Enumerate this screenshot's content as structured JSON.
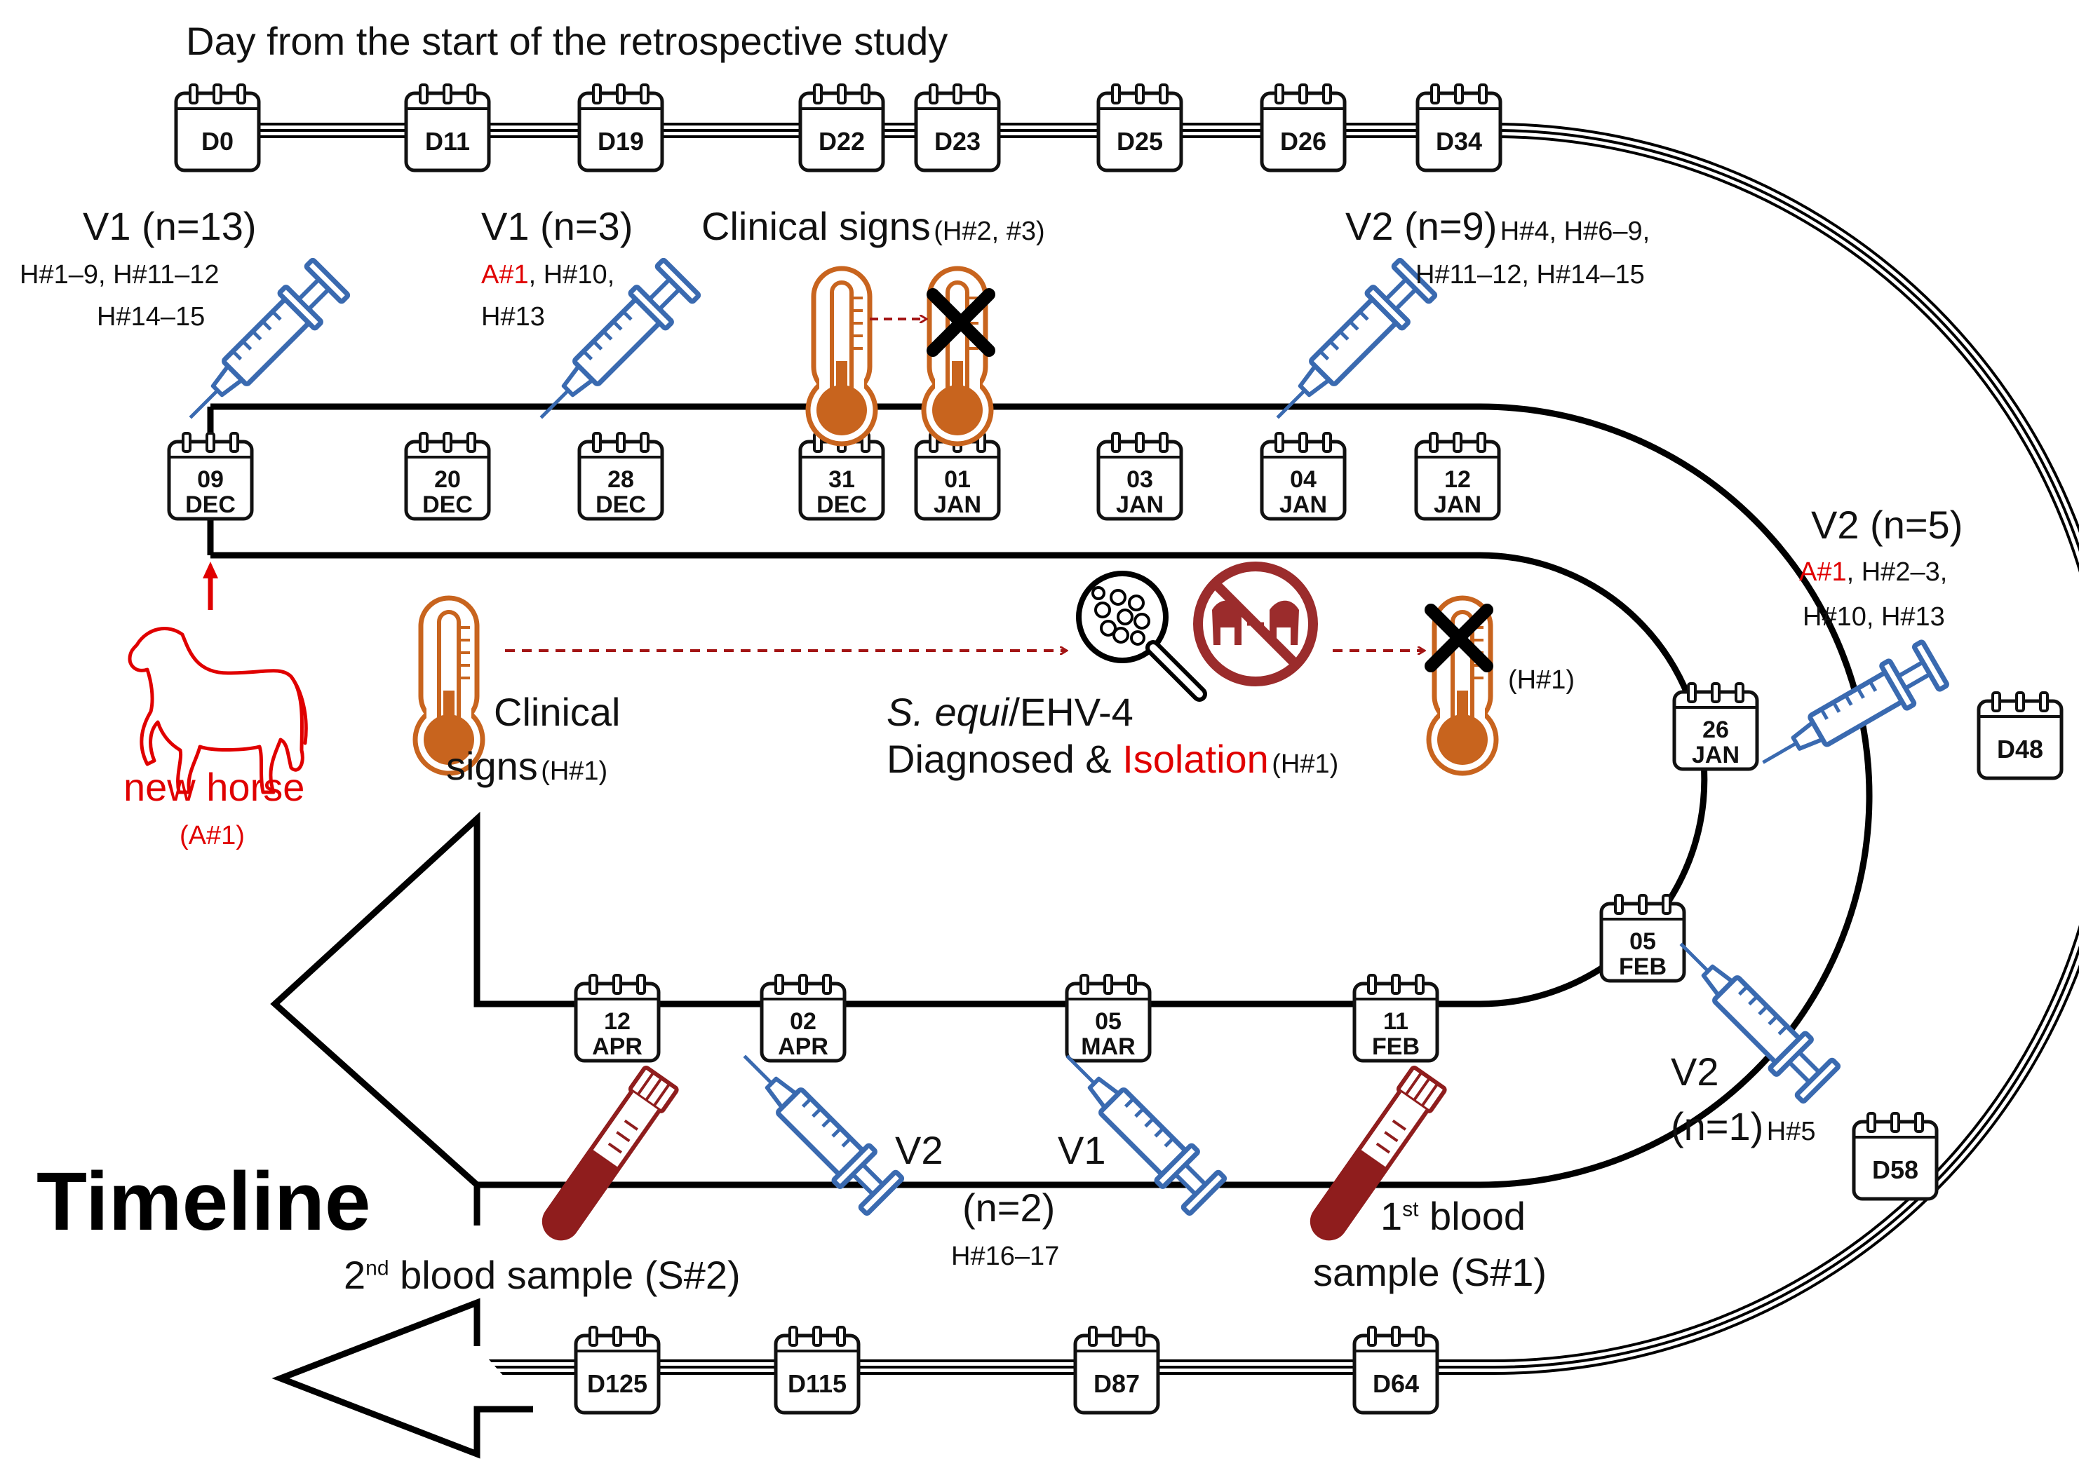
{
  "header": {
    "title": "Day from the start of the retrospective study"
  },
  "title": "Timeline",
  "days": [
    "D0",
    "D11",
    "D19",
    "D22",
    "D23",
    "D25",
    "D26",
    "D34",
    "D48",
    "D58",
    "D64",
    "D87",
    "D115",
    "D125"
  ],
  "dates": [
    {
      "day": "09",
      "month": "DEC"
    },
    {
      "day": "20",
      "month": "DEC"
    },
    {
      "day": "28",
      "month": "DEC"
    },
    {
      "day": "31",
      "month": "DEC"
    },
    {
      "day": "01",
      "month": "JAN"
    },
    {
      "day": "03",
      "month": "JAN"
    },
    {
      "day": "04",
      "month": "JAN"
    },
    {
      "day": "12",
      "month": "JAN"
    },
    {
      "day": "26",
      "month": "JAN"
    },
    {
      "day": "05",
      "month": "FEB"
    },
    {
      "day": "11",
      "month": "FEB"
    },
    {
      "day": "05",
      "month": "MAR"
    },
    {
      "day": "02",
      "month": "APR"
    },
    {
      "day": "12",
      "month": "APR"
    }
  ],
  "annotations": {
    "v1_first": {
      "title": "V1 (n=13)",
      "line1": "H#1–9, H#11–12",
      "line2": "H#14–15"
    },
    "v1_second": {
      "title": "V1 (n=3)",
      "new_horse_id": "A#1",
      "line1_rest": ", H#10,",
      "line2": "H#13"
    },
    "clinical_signs_1": {
      "text": "Clinical signs",
      "horses": "(H#2, #3)"
    },
    "v2_first": {
      "title": "V2 (n=9)",
      "line1": "H#4, H#6–9,",
      "line2": "H#11–12, H#14–15"
    },
    "v2_second": {
      "title": "V2 (n=5)",
      "new_horse_id": "A#1",
      "line1_rest": ", H#2–3,",
      "line2": "H#10, H#13"
    },
    "new_horse": {
      "label": "new horse",
      "id": "(A#1)"
    },
    "clinical_signs_h1": {
      "line1": "Clinical",
      "line2": "signs",
      "horse": "(H#1)"
    },
    "diagnosis": {
      "organism": "S. equi",
      "virus": "/EHV-4",
      "line2a": "Diagnosed & ",
      "isolation": "Isolation",
      "horse": "(H#1)"
    },
    "death_h1": {
      "horse": "(H#1)"
    },
    "v2_single": {
      "title": "V2",
      "count": "(n=1)",
      "horse": "H#5"
    },
    "v2_double": {
      "title": "V2",
      "count": "(n=2)",
      "horses": "H#16–17"
    },
    "v1_late": {
      "title": "V1"
    },
    "blood_1": {
      "prefix": "1",
      "sup": "st",
      "line1": " blood",
      "line2": "sample (S#1)"
    },
    "blood_2": {
      "prefix": "2",
      "sup": "nd",
      "line1": " blood sample (S#2)"
    }
  },
  "colors": {
    "syringe": "#3a6ab0",
    "thermometer": "#c8641e",
    "alert_red": "#e00000",
    "blood_red": "#8f1d1d",
    "isolation_sign": "#9b2c2c",
    "arrow_dashed": "#a31515"
  },
  "icons": [
    "calendar-icon",
    "syringe-icon",
    "thermometer-icon",
    "cross-icon",
    "horse-icon",
    "magnifier-icon",
    "no-contact-icon",
    "blood-tube-icon"
  ]
}
